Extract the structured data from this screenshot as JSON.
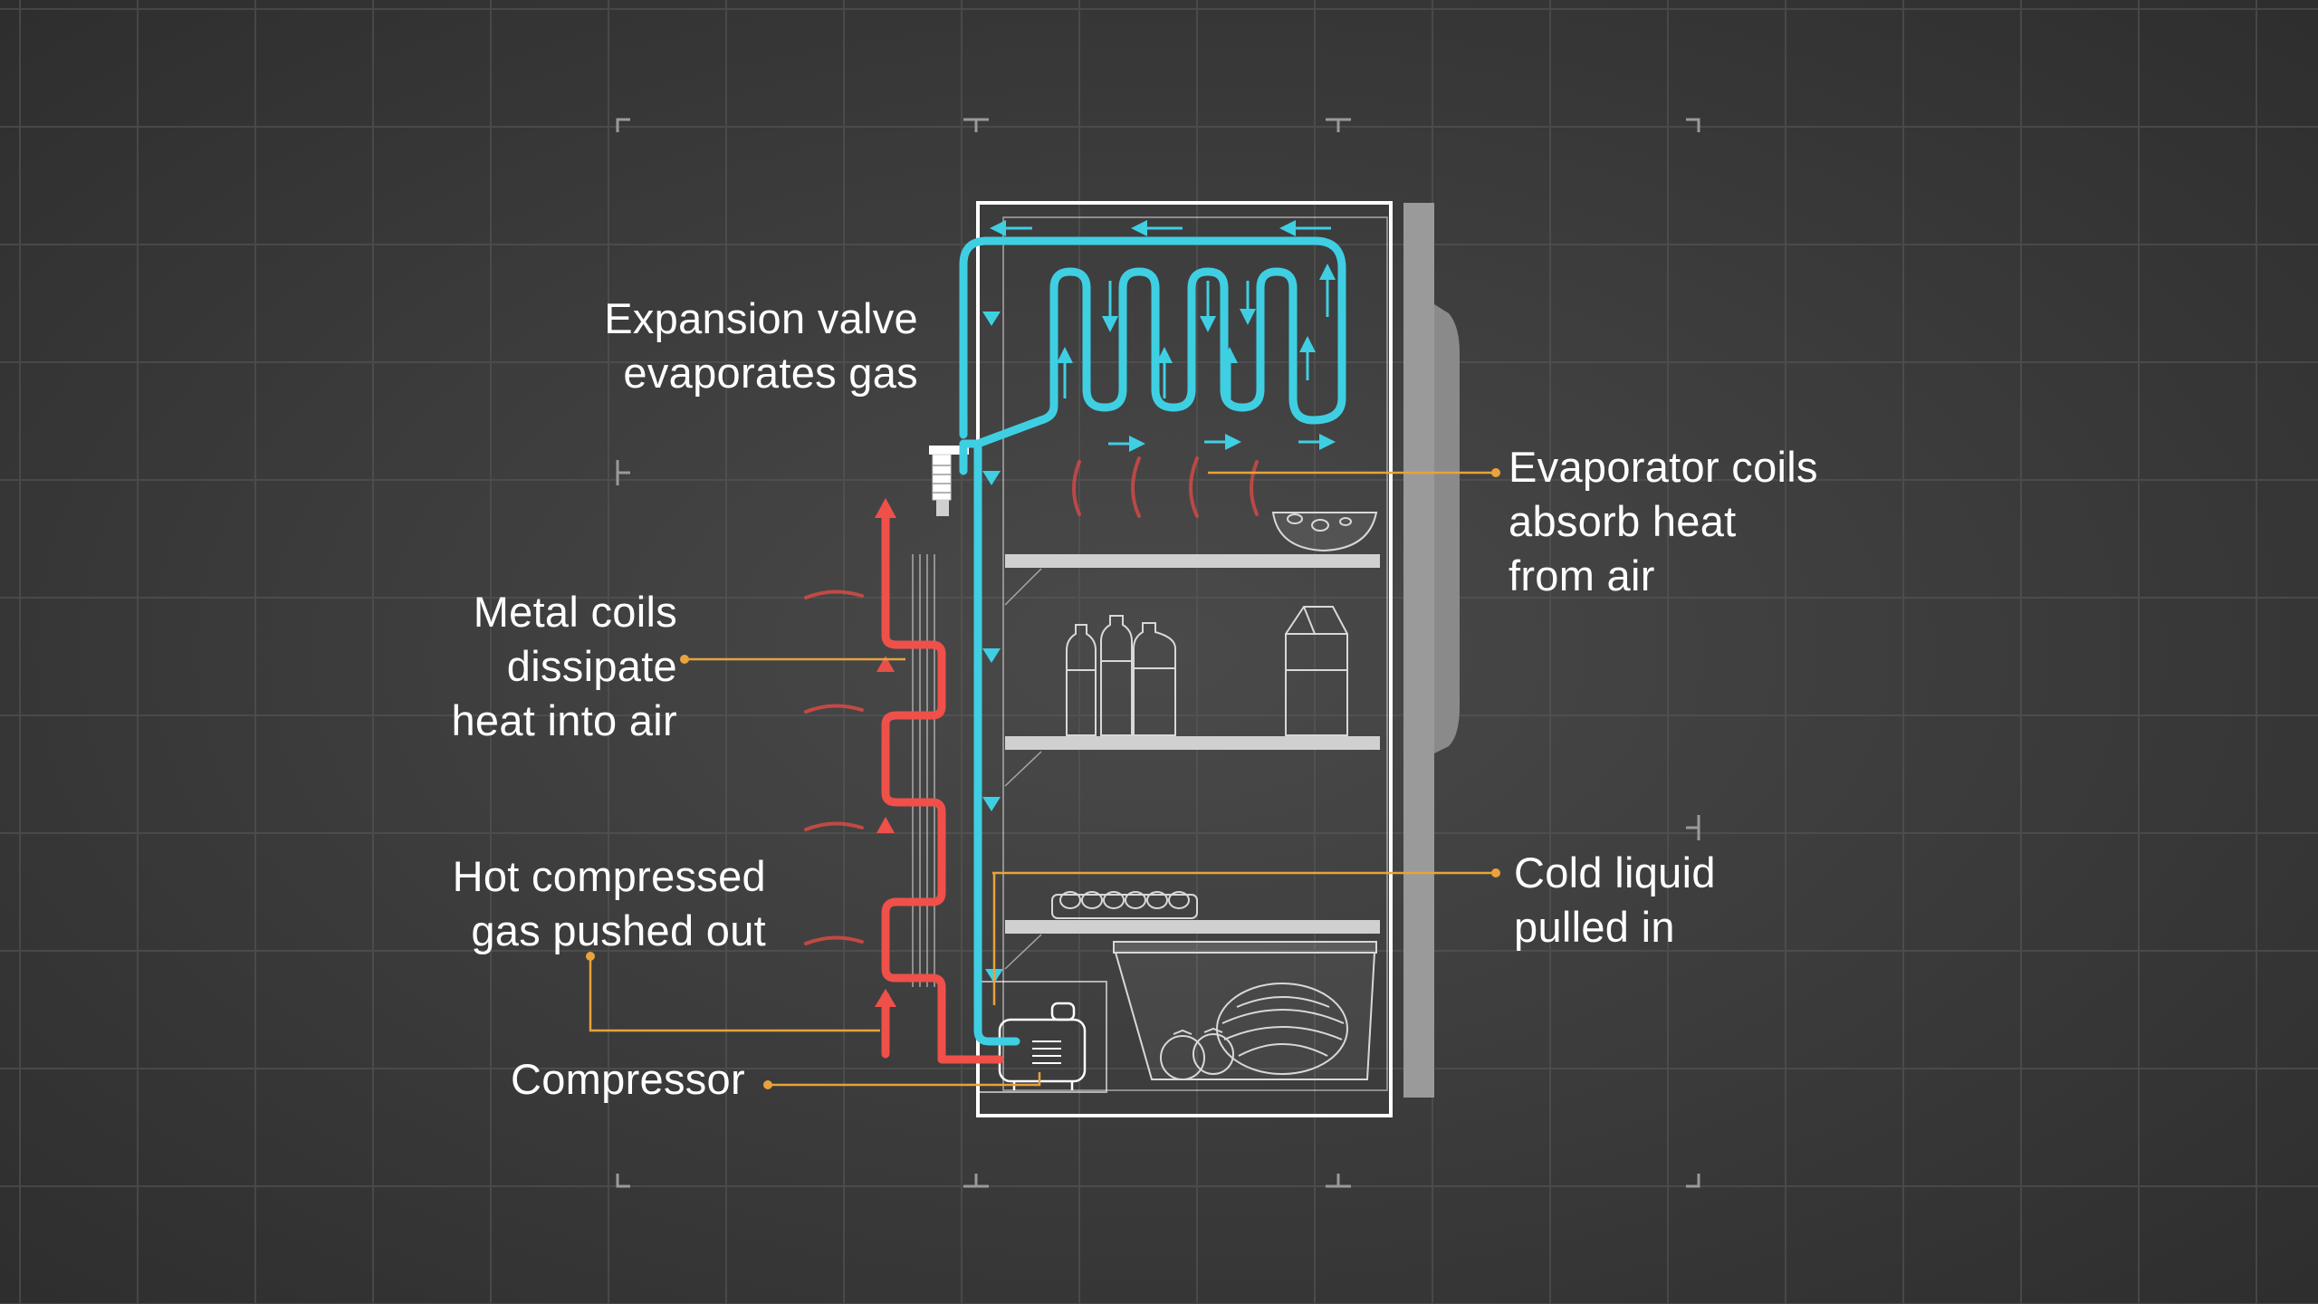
{
  "labels": {
    "expansion_valve": "Expansion valve\nevaporates gas",
    "evaporator_coils": "Evaporator coils\nabsorb heat\nfrom air",
    "metal_coils": "Metal coils\ndissipate\nheat into air",
    "cold_liquid": "Cold liquid\npulled in",
    "hot_gas": "Hot compressed\ngas pushed out",
    "compressor": "Compressor"
  },
  "colors": {
    "background": "#3b3b3b",
    "grid": "#5a5a5a",
    "cold_line": "#3fcfe3",
    "hot_line": "#f0504a",
    "leader_line": "#e8a33a",
    "outline": "#ffffff",
    "door": "#9a9a9a"
  }
}
